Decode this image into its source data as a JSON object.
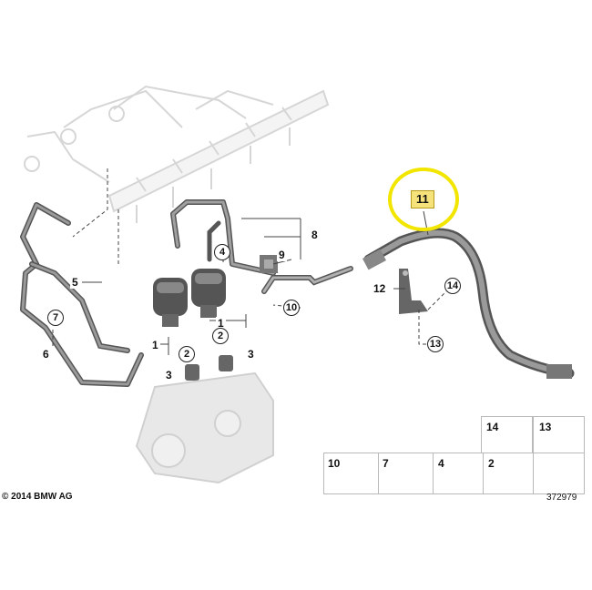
{
  "labels": {
    "l1a": "1",
    "l1b": "1",
    "l2a": "2",
    "l2b": "2",
    "l3a": "3",
    "l3b": "3",
    "l4": "4",
    "l5": "5",
    "l6": "6",
    "l7": "7",
    "l8": "8",
    "l9": "9",
    "l10": "10",
    "l11": "11",
    "l12": "12",
    "l13": "13",
    "l14": "14"
  },
  "legend": {
    "p14": "14",
    "p13": "13",
    "p10": "10",
    "p7": "7",
    "p4": "4",
    "p2": "2"
  },
  "footer": {
    "copyright": "© 2014 BMW AG",
    "diagram_number": "372979"
  },
  "colors": {
    "highlight_ring": "#f2e600",
    "highlight_fill": "#f6e27a"
  }
}
